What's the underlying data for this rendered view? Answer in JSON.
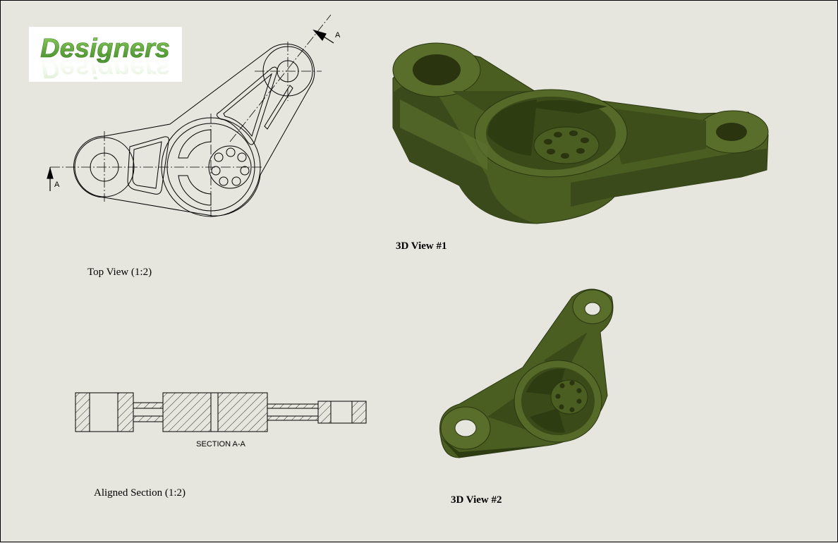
{
  "logo": {
    "text": "Designers"
  },
  "top_view": {
    "caption": "Top View (1:2)",
    "section_marker_left": "A",
    "section_marker_right": "A"
  },
  "section_view": {
    "label": "SECTION A-A",
    "caption": "Aligned Section (1:2)"
  },
  "view3d_1": {
    "caption": "3D View #1"
  },
  "view3d_2": {
    "caption": "3D View #2"
  },
  "colors": {
    "background": "#e6e6de",
    "part_green": "#4a5e22",
    "part_green_dark": "#2e3c14",
    "logo_green": "#5fa83a",
    "line": "#000000"
  }
}
